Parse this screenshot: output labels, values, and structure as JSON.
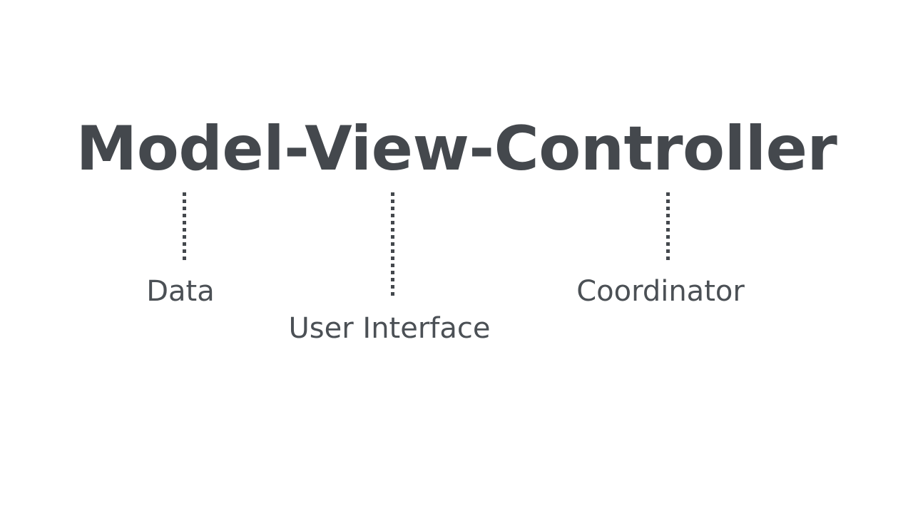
{
  "slide": {
    "background_color": "#ffffff",
    "title": "Model-View-Controller",
    "title_color": "#44484d",
    "annotation_color": "#4b5055",
    "leader_line_color": "#44484d",
    "annotations": [
      {
        "term": "Model",
        "label": "Data"
      },
      {
        "term": "View",
        "label": "User Interface"
      },
      {
        "term": "Controller",
        "label": "Coordinator"
      }
    ]
  }
}
